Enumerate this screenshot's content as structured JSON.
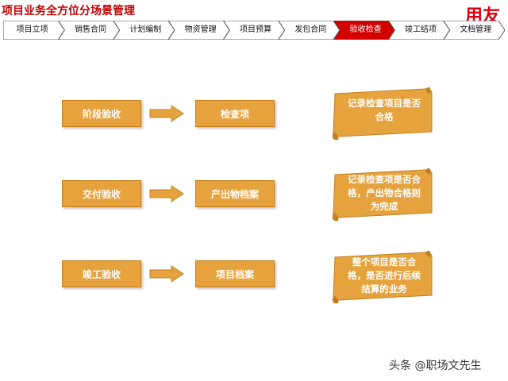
{
  "header": {
    "title": "项目业务全方位分场景管理",
    "logo_text": "用友"
  },
  "nav": {
    "items": [
      "项目立项",
      "销售合同",
      "计划编制",
      "物资管理",
      "项目预算",
      "发包合同",
      "验收检查",
      "竣工结项",
      "文档管理"
    ],
    "active_index": 6,
    "colors": {
      "active": "#d30000",
      "inactive": "#ffffff",
      "border": "#555555"
    }
  },
  "flows": [
    {
      "stage": "阶段验收",
      "result": "检查项",
      "note": "记录检查项目是否合格"
    },
    {
      "stage": "交付验收",
      "result": "产出物档案",
      "note": "记录检查项是否合格，产出物合格则为完成"
    },
    {
      "stage": "竣工验收",
      "result": "项目档案",
      "note": "整个项目是否合格，是否进行后续结算的业务"
    }
  ],
  "colors": {
    "box": "#e6a23c",
    "box_border": "#c47f1a",
    "arrow": "#e6a23c",
    "title": "#c00000"
  },
  "watermark": "头条 @职场文先生"
}
